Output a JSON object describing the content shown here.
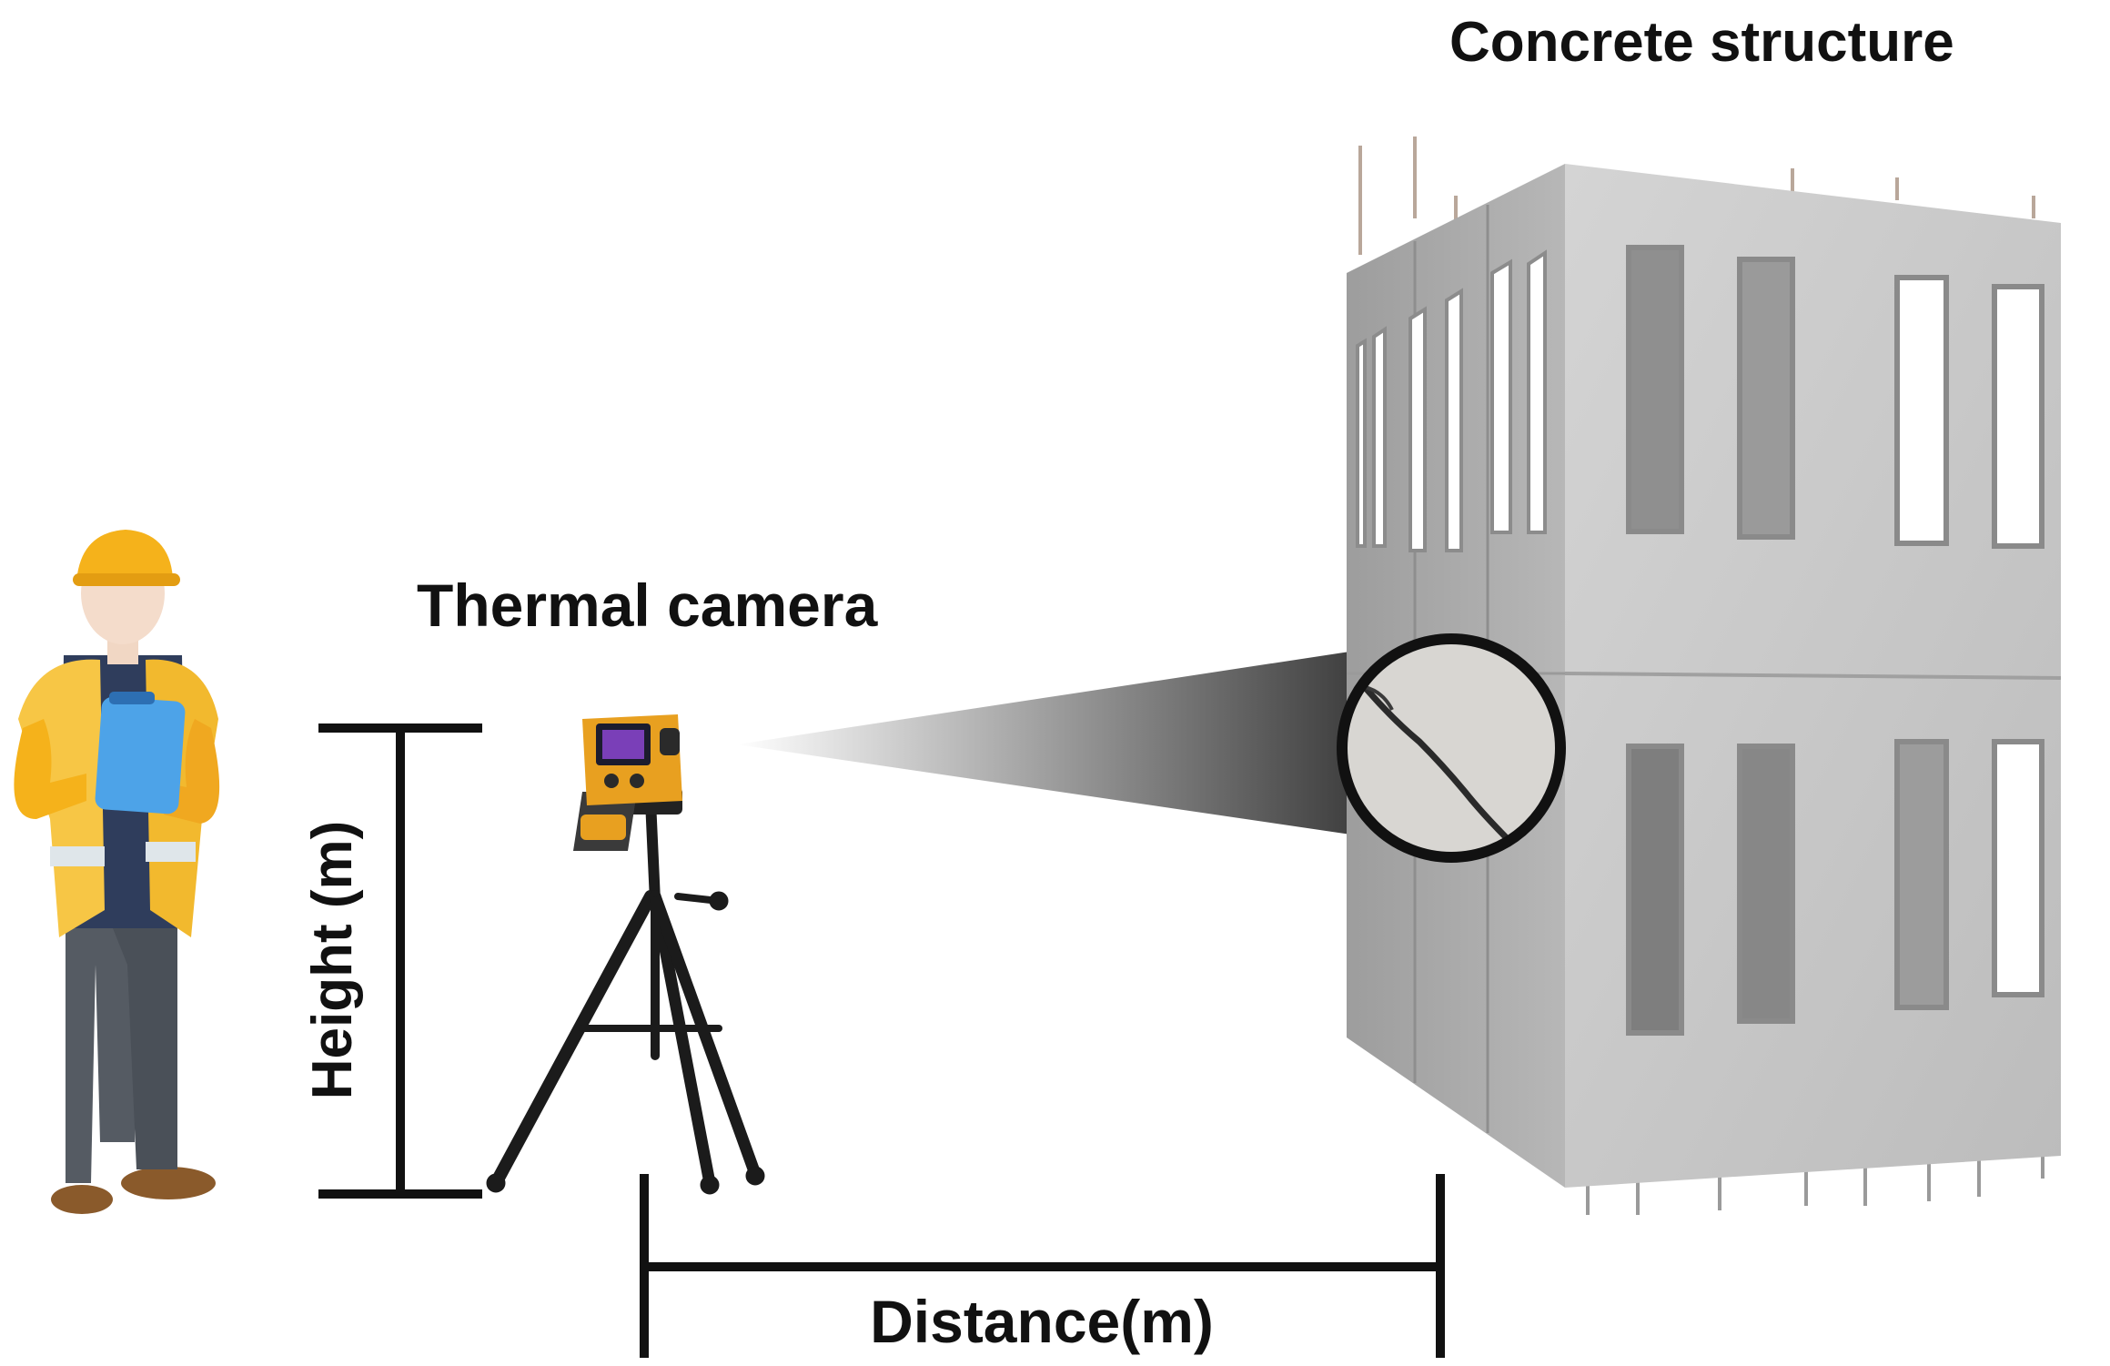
{
  "labels": {
    "structure": "Concrete structure",
    "camera": "Thermal camera",
    "height": "Height (m)",
    "distance": "Distance(m)"
  },
  "colors": {
    "ink": "#111111",
    "concrete": "#c9c9c9",
    "concrete_shadow": "#a9a9a9",
    "helmet": "#f5b21b",
    "vest": "#f7c645",
    "clipboard": "#4da3e8",
    "camera_body": "#e8a020"
  },
  "icons": [
    "worker-icon",
    "thermal-camera-icon",
    "tripod-icon",
    "concrete-building-icon",
    "crack-magnifier-icon"
  ]
}
